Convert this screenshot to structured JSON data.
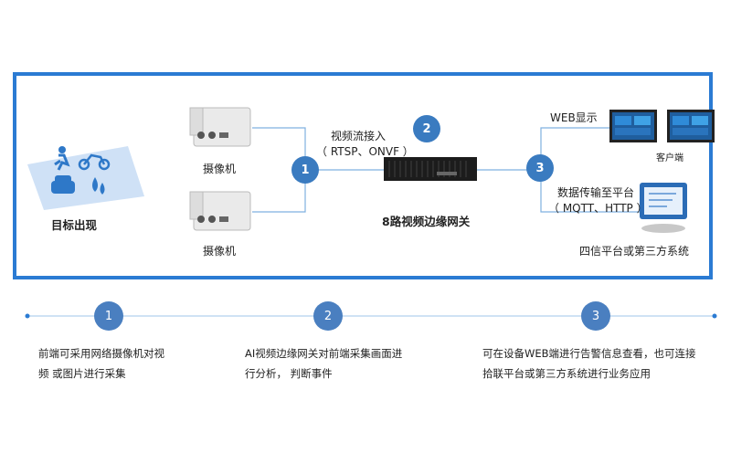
{
  "diagram": {
    "target_label": "目标出现",
    "camera_label_top": "摄像机",
    "camera_label_bottom": "摄像机",
    "stream_label_line1": "视频流接入",
    "stream_label_line2": "（ RTSP、ONVF ）",
    "gateway_label": "8路视频边缘网关",
    "web_label": "WEB显示",
    "client_label": "客户端",
    "transfer_label_line1": "数据传输至平台",
    "transfer_label_line2": "（ MQTT、HTTP ）",
    "platform_label": "四信平台或第三方系统",
    "badges": [
      "1",
      "2",
      "3"
    ]
  },
  "timeline": {
    "steps": [
      {
        "number": "1",
        "line1": "前端可采用网络摄像机对视",
        "line2": "频 或图片进行采集"
      },
      {
        "number": "2",
        "line1": "AI视频边缘网关对前端采集画面进",
        "line2": "行分析， 判断事件"
      },
      {
        "number": "3",
        "line1": "可在设备WEB端进行告警信息查看，也可连接",
        "line2": "拾联平台或第三方系统进行业务应用"
      }
    ]
  },
  "colors": {
    "frame": "#2b7bd3",
    "badge": "#3a7bc0",
    "line": "#7fb0e0"
  }
}
